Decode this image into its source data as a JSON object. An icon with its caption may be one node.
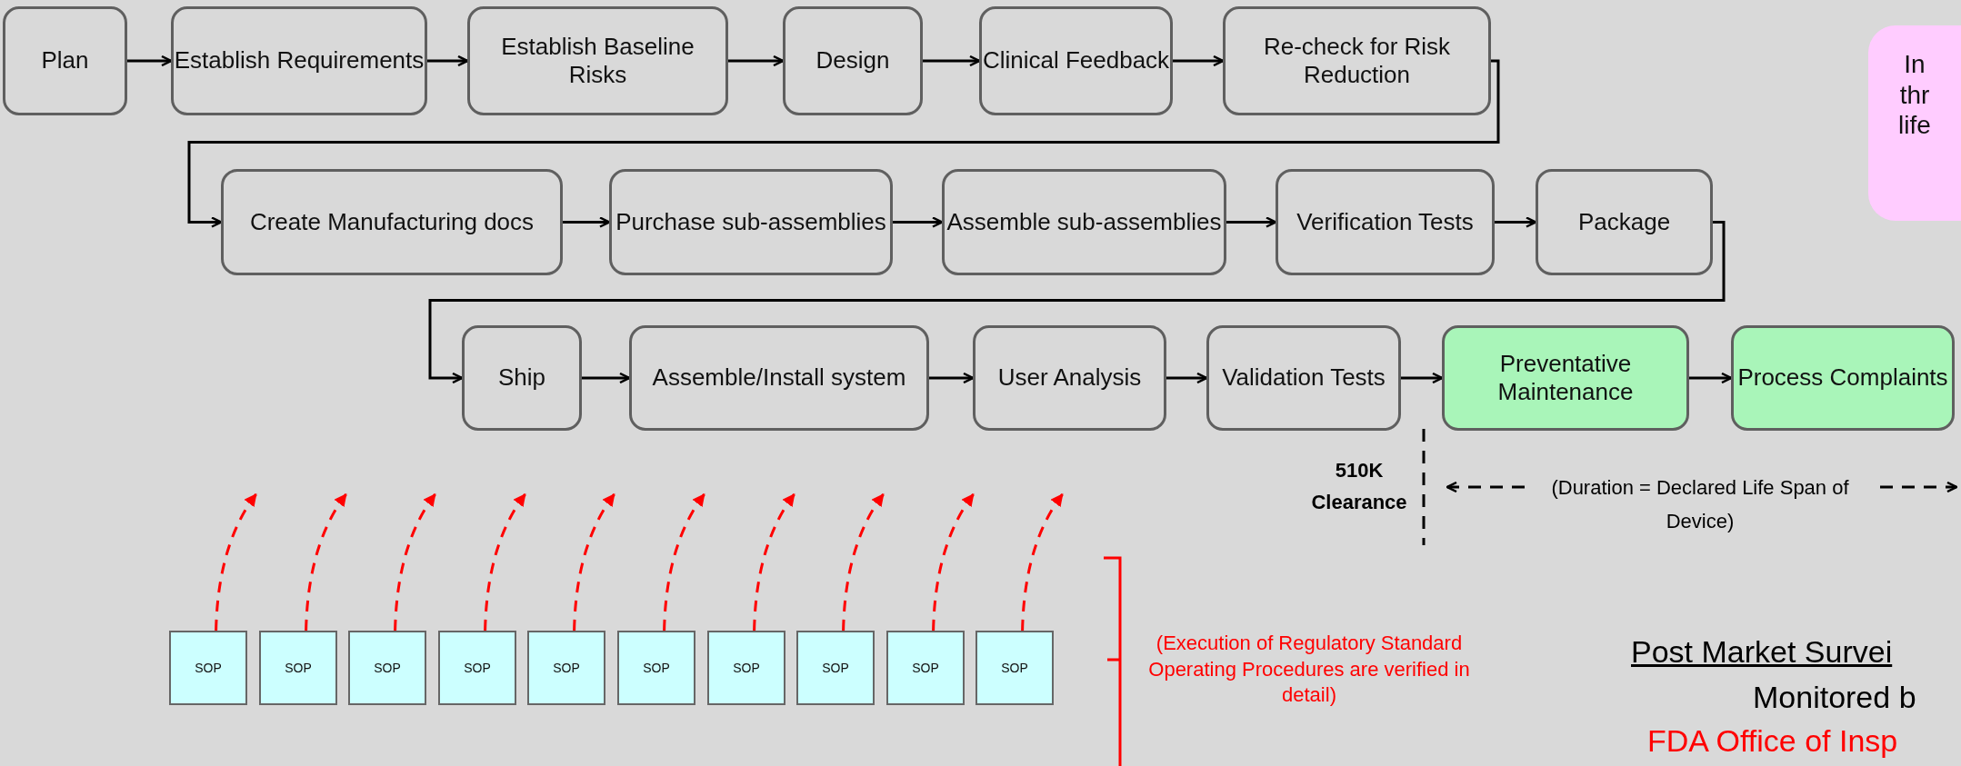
{
  "diagram": {
    "nodes": [
      {
        "text": [
          "Plan"
        ]
      },
      {
        "text": [
          "Establish Requirements"
        ]
      },
      {
        "text": [
          "Establish Baseline Risks"
        ]
      },
      {
        "text": [
          "Design"
        ]
      },
      {
        "text": [
          "Clinical Feedback"
        ]
      },
      {
        "text": [
          "Re-check for Risk Reduction"
        ]
      },
      {
        "text": [
          "Create Manufacturing docs"
        ]
      },
      {
        "text": [
          "Purchase sub-assemblies"
        ]
      },
      {
        "text": [
          "Assemble sub-assemblies"
        ]
      },
      {
        "text": [
          "Verification Tests"
        ]
      },
      {
        "text": [
          "Package"
        ]
      },
      {
        "text": [
          "Ship"
        ]
      },
      {
        "text": [
          "Assemble/Install system"
        ]
      },
      {
        "text": [
          "User Analysis"
        ]
      },
      {
        "text": [
          "Validation Tests"
        ]
      },
      {
        "text": [
          "Preventative Maintenance"
        ]
      },
      {
        "text": [
          "Process Complaints"
        ]
      },
      {
        "text": [
          "In thr life"
        ]
      },
      {
        "text": [
          "SOP"
        ]
      },
      {
        "text": [
          "SOP"
        ]
      },
      {
        "text": [
          "SOP"
        ]
      },
      {
        "text": [
          "SOP"
        ]
      },
      {
        "text": [
          "SOP"
        ]
      },
      {
        "text": [
          "SOP"
        ]
      },
      {
        "text": [
          "SOP"
        ]
      },
      {
        "text": [
          "SOP"
        ]
      },
      {
        "text": [
          "SOP"
        ]
      },
      {
        "text": [
          "SOP"
        ]
      }
    ],
    "edges": [
      {
        "from": 0,
        "to": 1,
        "arrow": "to"
      },
      {
        "from": 1,
        "to": 2,
        "arrow": "to"
      },
      {
        "from": 2,
        "to": 3,
        "arrow": "to"
      },
      {
        "from": 3,
        "to": 4,
        "arrow": "to"
      },
      {
        "from": 4,
        "to": 5,
        "arrow": "to"
      },
      {
        "from": 5,
        "to": 6,
        "arrow": "to"
      },
      {
        "from": 6,
        "to": 7,
        "arrow": "to"
      },
      {
        "from": 7,
        "to": 8,
        "arrow": "to"
      },
      {
        "from": 8,
        "to": 9,
        "arrow": "to"
      },
      {
        "from": 9,
        "to": 10,
        "arrow": "to"
      },
      {
        "from": 10,
        "to": 11,
        "arrow": "to"
      },
      {
        "from": 11,
        "to": 12,
        "arrow": "to"
      },
      {
        "from": 12,
        "to": 13,
        "arrow": "to"
      },
      {
        "from": 13,
        "to": 14,
        "arrow": "to"
      },
      {
        "from": 14,
        "to": 15,
        "arrow": "to"
      },
      {
        "from": 15,
        "to": 16,
        "arrow": "to"
      },
      {
        "from": 18,
        "to": null,
        "arrow": "to",
        "style": "dashed",
        "color": "#ff0000"
      },
      {
        "from": 19,
        "to": null,
        "arrow": "to",
        "style": "dashed",
        "color": "#ff0000"
      },
      {
        "from": 20,
        "to": null,
        "arrow": "to",
        "style": "dashed",
        "color": "#ff0000"
      },
      {
        "from": 21,
        "to": null,
        "arrow": "to",
        "style": "dashed",
        "color": "#ff0000"
      },
      {
        "from": 22,
        "to": null,
        "arrow": "to",
        "style": "dashed",
        "color": "#ff0000"
      },
      {
        "from": 23,
        "to": null,
        "arrow": "to",
        "style": "dashed",
        "color": "#ff0000"
      },
      {
        "from": 24,
        "to": null,
        "arrow": "to",
        "style": "dashed",
        "color": "#ff0000"
      },
      {
        "from": 25,
        "to": null,
        "arrow": "to",
        "style": "dashed",
        "color": "#ff0000"
      },
      {
        "from": 26,
        "to": null,
        "arrow": "to",
        "style": "dashed",
        "color": "#ff0000"
      },
      {
        "from": 27,
        "to": null,
        "arrow": "to",
        "style": "dashed",
        "color": "#ff0000"
      }
    ],
    "labels": [
      "510K Clearance",
      "(Duration = Declared Life Span of Device)",
      "(Execution of Regulatory Standard Operating Procedures are verified in detail)",
      "Post Market Survei",
      "Monitored b",
      "FDA Office of Insp"
    ]
  }
}
